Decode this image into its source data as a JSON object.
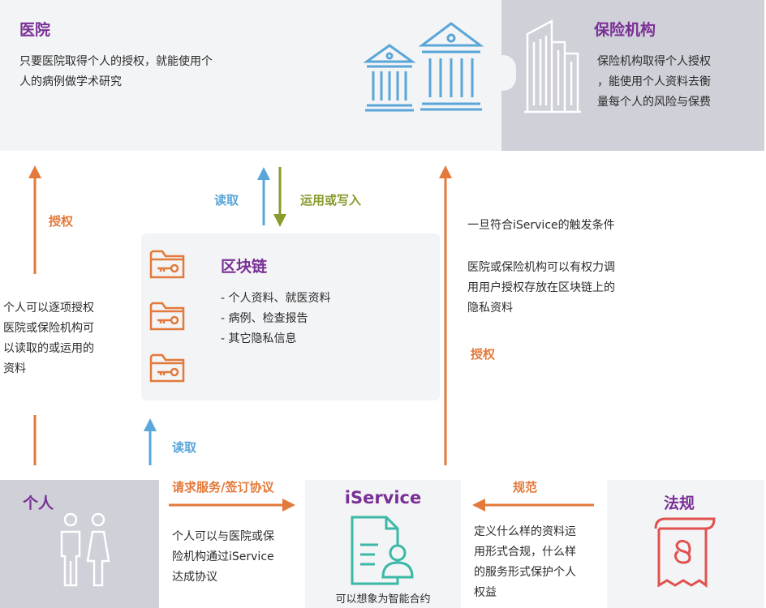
{
  "hospital": {
    "title": "医院",
    "desc": [
      "只要医院取得个人的授权，就能使用个",
      "人的病例做学术研究"
    ]
  },
  "insurer": {
    "title": "保险机构",
    "desc": [
      "保险机构取得个人授权",
      "，能使用个人资料去衡",
      "量每个人的风险与保费"
    ]
  },
  "left_flow": {
    "label": "授权",
    "desc": [
      "个人可以逐项授权",
      "医院或保险机构可",
      "以读取的或运用的",
      "资料"
    ]
  },
  "top_arrows": {
    "read_label": "读取",
    "write_label": "运用或写入"
  },
  "blockchain": {
    "title": "区块链",
    "items": [
      "- 个人资料、就医资料",
      "- 病例、检查报告",
      "- 其它隐私信息"
    ]
  },
  "right_flow": {
    "desc1": "一旦符合iService的触发条件",
    "desc2": [
      "医院或保险机构可以有权力调",
      "用用户授权存放在区块链上的",
      "隐私资料"
    ],
    "label": "授权"
  },
  "bottom_read": {
    "label": "读取"
  },
  "person": {
    "title": "个人"
  },
  "request": {
    "label": "请求服务/签订协议",
    "desc": [
      "个人可以与医院或保",
      "险机构通过iService",
      "达成协议"
    ]
  },
  "iservice": {
    "title": "iService",
    "caption": "可以想象为智能合约"
  },
  "regulate": {
    "label": "规范",
    "desc": [
      "定义什么样的资料运",
      "用形式合规，什么样",
      "的服务形式保护个人",
      "权益"
    ]
  },
  "law": {
    "title": "法规"
  },
  "colors": {
    "purple": "#7a2f96",
    "orange": "#e3793a",
    "blue": "#5aa6d8",
    "olive": "#8a9a2c",
    "teal": "#3bb8a6",
    "red": "#e0524f"
  }
}
